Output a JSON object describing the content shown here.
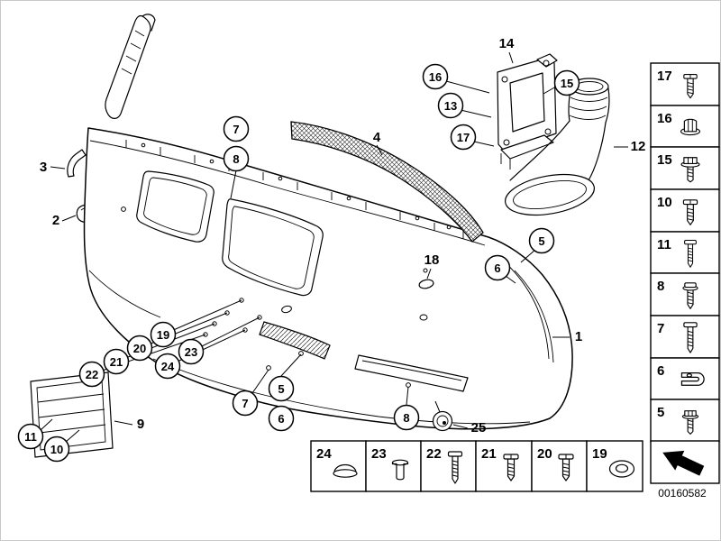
{
  "colors": {
    "background": "#ffffff",
    "line": "#000000",
    "page_border": "#c9c9c9"
  },
  "footer": {
    "image_number": "00160582"
  },
  "labels": {
    "p1": "1",
    "p2": "2",
    "p3": "3",
    "p4": "4",
    "p9": "9",
    "p12": "12",
    "p14": "14",
    "p18": "18",
    "p25": "25"
  },
  "callouts": {
    "top_7": "7",
    "top_8": "8",
    "c16": "16",
    "c13": "13",
    "c17": "17",
    "c15": "15",
    "right_5": "5",
    "right_6": "6",
    "c19": "19",
    "c20": "20",
    "c21": "21",
    "c22": "22",
    "c23": "23",
    "c24": "24",
    "c11": "11",
    "c10": "10",
    "bottom_7": "7",
    "bottom_5": "5",
    "bottom_6": "6",
    "bottom_8": "8"
  },
  "right_panel": {
    "items": [
      {
        "num": "17",
        "icon": "pan-head-screw-icon"
      },
      {
        "num": "16",
        "icon": "flange-nut-icon"
      },
      {
        "num": "15",
        "icon": "hex-bolt-washer-icon"
      },
      {
        "num": "10",
        "icon": "pan-head-screw-icon"
      },
      {
        "num": "11",
        "icon": "self-tapping-screw-icon"
      },
      {
        "num": "8",
        "icon": "screw-with-washer-icon"
      },
      {
        "num": "7",
        "icon": "long-screw-icon"
      },
      {
        "num": "6",
        "icon": "clip-nut-icon"
      },
      {
        "num": "5",
        "icon": "hex-head-screw-icon"
      }
    ],
    "footer_icon": "continuation-arrow-icon"
  },
  "bottom_strip": {
    "items": [
      {
        "num": "24",
        "icon": "oval-plug-icon"
      },
      {
        "num": "23",
        "icon": "expansion-rivet-icon"
      },
      {
        "num": "22",
        "icon": "long-screw-icon"
      },
      {
        "num": "21",
        "icon": "pan-head-screw-icon"
      },
      {
        "num": "20",
        "icon": "pan-head-screw-icon"
      },
      {
        "num": "19",
        "icon": "grommet-icon"
      }
    ]
  }
}
